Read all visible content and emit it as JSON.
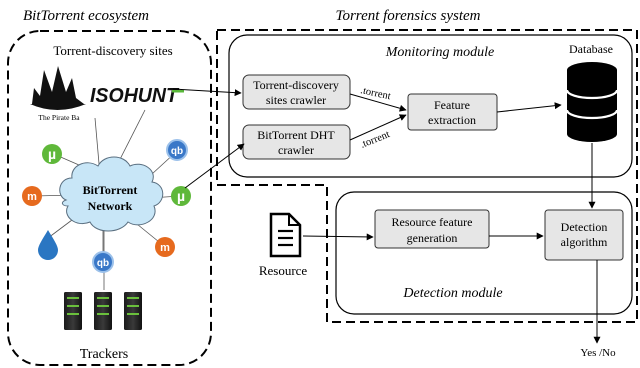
{
  "titles": {
    "ecosystem": "BitTorrent ecosystem",
    "forensics": "Torrent forensics system"
  },
  "ecosystem": {
    "discovery_sites_label": "Torrent-discovery sites",
    "logos": {
      "pirate_bay": "The Pirate Ba",
      "isohunt": "ISOHUNT"
    },
    "network_label_line1": "BitTorrent",
    "network_label_line2": "Network",
    "client_icons": {
      "utorrent": "µ",
      "qbittorrent": "qb",
      "bitcomet": "m"
    },
    "trackers_label": "Trackers"
  },
  "monitoring": {
    "title": "Monitoring module",
    "crawler_sites_line1": "Torrent-discovery",
    "crawler_sites_line2": "sites crawler",
    "crawler_dht_line1": "BitTorrent DHT",
    "crawler_dht_line2": "crawler",
    "torrent_edge_1": ".torrent",
    "torrent_edge_2": ".torrent",
    "feature_line1": "Feature",
    "feature_line2": "extraction",
    "database_label": "Database"
  },
  "detection": {
    "title": "Detection module",
    "resource_label": "Resource",
    "resource_feature_line1": "Resource feature",
    "resource_feature_line2": "generation",
    "algorithm_line1": "Detection",
    "algorithm_line2": "algorithm",
    "output_label": "Yes /No"
  },
  "colors": {
    "box_fill": "#e6e6e6",
    "cloud_fill": "#c8e6f7",
    "utorrent_green": "#5fb83a",
    "qbittorrent_blue": "#3a78c8",
    "bitcomet_orange": "#e66a1e",
    "drop_blue": "#2a76c2"
  }
}
